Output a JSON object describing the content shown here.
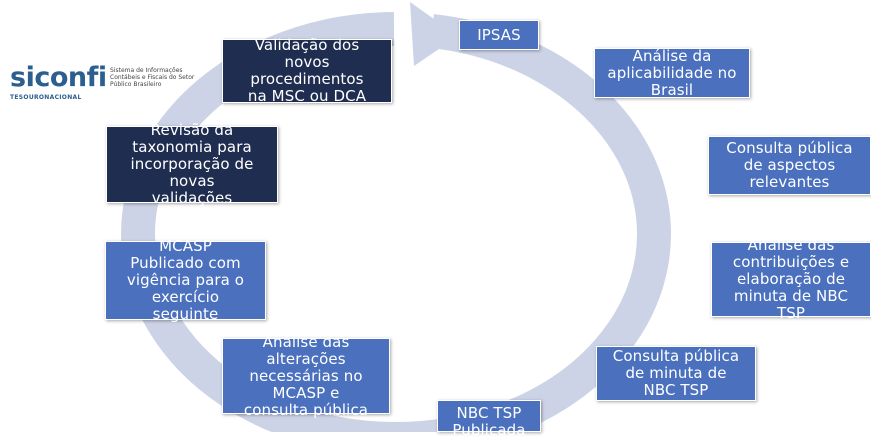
{
  "logo": {
    "brand": "siconfi",
    "subtitle": "Sistema de Informações Contábeis e Fiscais do Setor Público Brasileiro",
    "tesouro": "TESOURONACIONAL"
  },
  "cycle": {
    "colors": {
      "blue": "#4a70be",
      "navy": "#1f2e50",
      "ring": "#cdd3e6"
    },
    "nodes": [
      {
        "id": "ipsas",
        "label": "IPSAS",
        "color": "blue"
      },
      {
        "id": "analise-aplicabilidade",
        "label": "Análise da\naplicabilidade no\nBrasil",
        "color": "blue"
      },
      {
        "id": "consulta-publica-aspectos",
        "label": "Consulta pública\nde aspectos\nrelevantes",
        "color": "blue"
      },
      {
        "id": "analise-contribuicoes",
        "label": "Análise das\ncontribuições e\nelaboração de\nminuta de NBC\nTSP",
        "color": "blue"
      },
      {
        "id": "consulta-publica-minuta",
        "label": "Consulta pública\nde minuta de\nNBC TSP",
        "color": "blue"
      },
      {
        "id": "nbc-tsp-publicada",
        "label": "NBC TSP\nPublicada",
        "color": "blue"
      },
      {
        "id": "analise-alteracoes",
        "label": "Análise das\nalterações\nnecessárias no\nMCASP e\nconsulta pública",
        "color": "blue"
      },
      {
        "id": "mcasp-publicado",
        "label": "MCASP\nPublicado com\nvigência para o\nexercício\nseguinte",
        "color": "blue"
      },
      {
        "id": "revisao-taxonomia",
        "label": "Revisão da\ntaxonomia para\nincorporação de\nnovas\nvalidações",
        "color": "navy"
      },
      {
        "id": "validacao-procedimentos",
        "label": "Validação dos\nnovos\nprocedimentos\nna MSC ou DCA",
        "color": "navy"
      }
    ]
  }
}
